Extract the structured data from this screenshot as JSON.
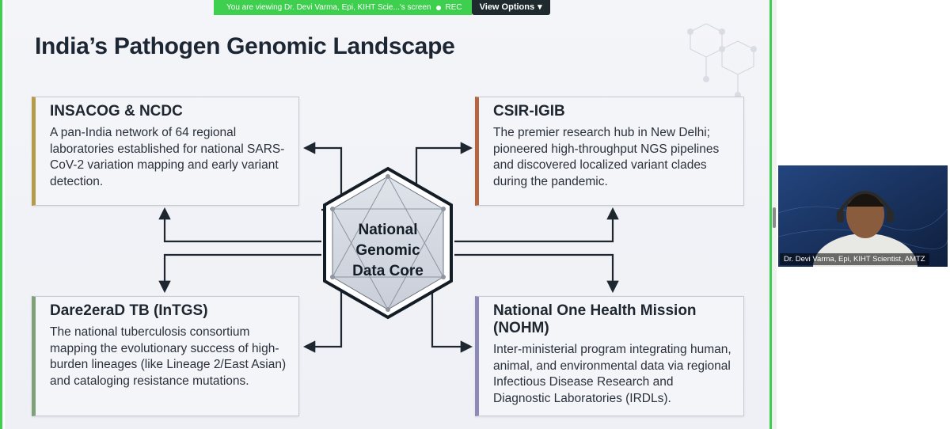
{
  "share_banner": {
    "viewing_text": "You are viewing  Dr. Devi Varma, Epi, KIHT Scie...'s screen",
    "rec_label": "REC",
    "view_options_label": "View Options",
    "view_options_icon": "chevron-down-icon"
  },
  "slide": {
    "title": "India’s Pathogen Genomic Landscape",
    "core_label_lines": [
      "National",
      "Genomic",
      "Data Core"
    ],
    "cards": [
      {
        "id": "insacog",
        "title": "INSACOG & NCDC",
        "body": "A pan-India network of 64 regional laboratories established for national SARS-CoV-2 variation mapping and early variant detection.",
        "accent": "#b79a4a"
      },
      {
        "id": "csir",
        "title": "CSIR-IGIB",
        "body": "The premier research hub in New Delhi; pioneered high-throughput NGS pipelines and discovered localized variant clades during the pandemic.",
        "accent": "#b46640"
      },
      {
        "id": "dare",
        "title": "Dare2eraD TB (InTGS)",
        "body": "The national tuberculosis consortium mapping the evolutionary success of high-burden lineages (like Lineage 2/East Asian) and cataloging resistance mutations.",
        "accent": "#7fa078"
      },
      {
        "id": "nohm",
        "title": "National One Health Mission (NOHM)",
        "body": "Inter-ministerial program integrating human, animal, and environmental data via regional Infectious Disease Research and Diagnostic Laboratories (IRDLs).",
        "accent": "#8e8ab8"
      }
    ]
  },
  "participant": {
    "name": "Dr. Devi Varma, Epi, KIHT Scientist, AMTZ"
  },
  "colors": {
    "share_green": "#3ecf4e",
    "banner_dark": "#1f2a2e",
    "connector": "#1e2630"
  }
}
